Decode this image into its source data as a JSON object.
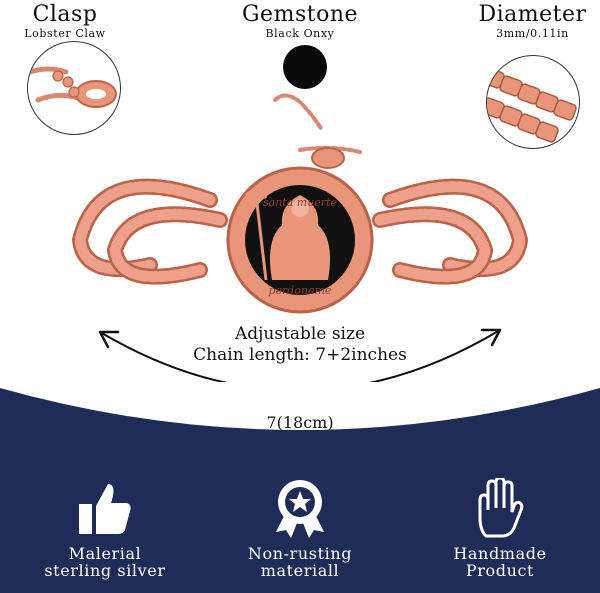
{
  "clasp": {
    "title": "Clasp",
    "subtitle": "Lobster Claw"
  },
  "gemstone": {
    "title": "Gemstone",
    "subtitle": "Black Onxy"
  },
  "diameter": {
    "title": "Diameter",
    "subtitle": "3mm/0.11in"
  },
  "pendant": {
    "top_text": "santa muerte",
    "bottom_text": "perdoname"
  },
  "size": {
    "line1": "Adjustable size",
    "line2": "Chain length: 7+2inches",
    "measure": "7(18cm)"
  },
  "features": [
    {
      "icon": "thumbs-up-icon",
      "line1": "Malerial",
      "line2": "sterling silver"
    },
    {
      "icon": "award-ribbon-icon",
      "line1": "Non-rusting",
      "line2": "materiall"
    },
    {
      "icon": "raised-hand-icon",
      "line1": "Handmade",
      "line2": "Product"
    }
  ],
  "colors": {
    "rose_gold": "#e8957a",
    "rose_dark": "#b8634a",
    "navy": "#1e2c57",
    "gem": "#0a0a0a"
  }
}
